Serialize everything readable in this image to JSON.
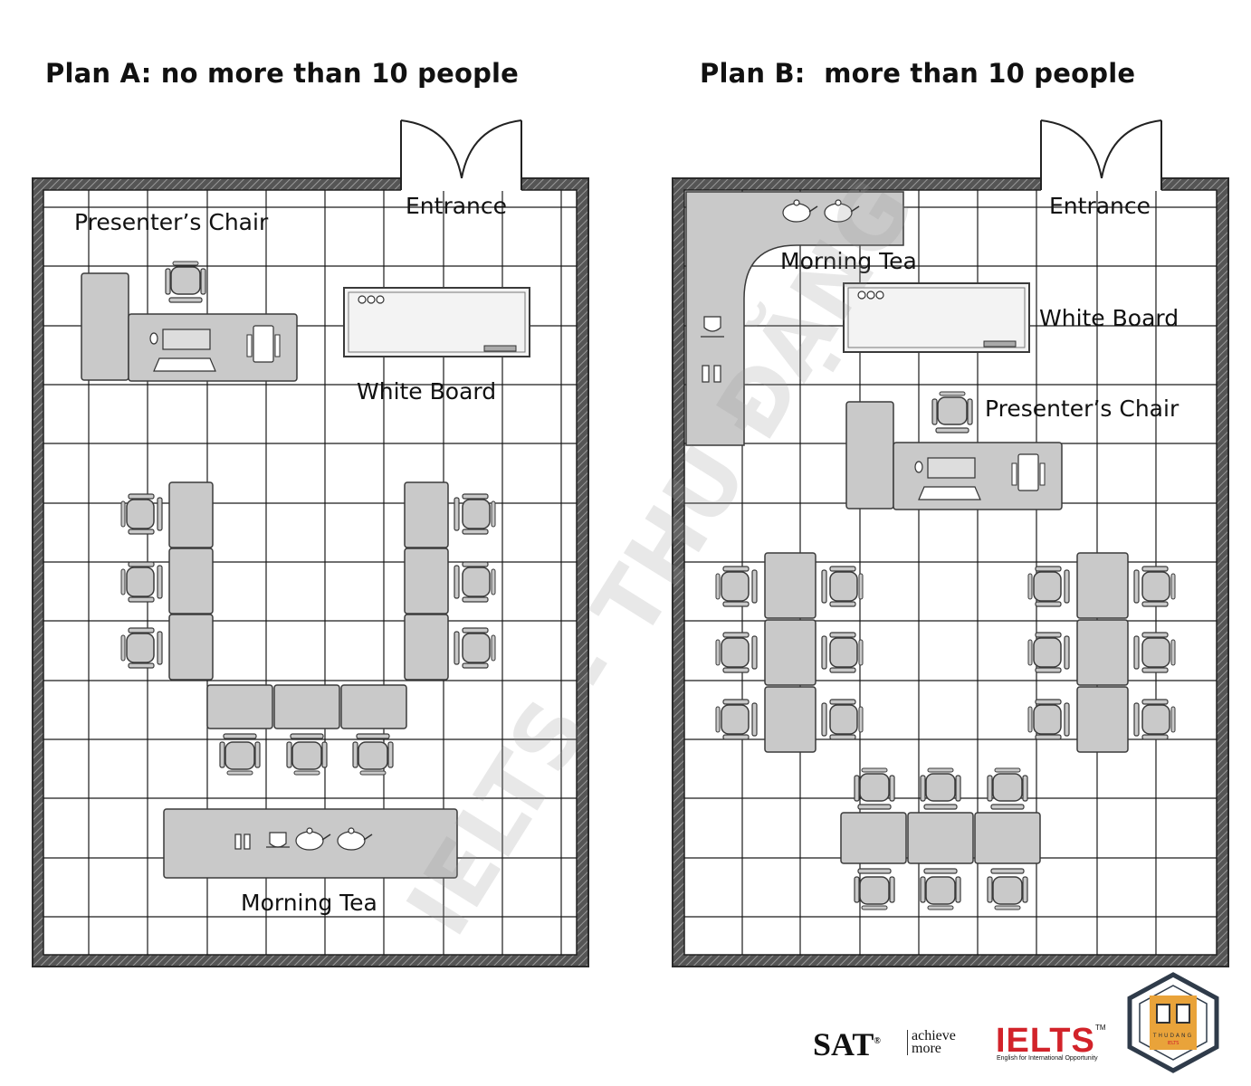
{
  "plan_a": {
    "title": "Plan A: no more than 10 people",
    "labels": {
      "entrance": "Entrance",
      "presenters_chair": "Presenter’s Chair",
      "white_board": "White Board",
      "morning_tea": "Morning Tea"
    }
  },
  "plan_b": {
    "title": "Plan B:  more than 10 people",
    "labels": {
      "entrance": "Entrance",
      "presenters_chair": "Presenter’s Chair",
      "white_board": "White Board",
      "morning_tea": "Morning Tea"
    }
  },
  "watermark": "IELTS - THU ĐẶNG",
  "logos": {
    "sat": "SAT",
    "sat_registered": "®",
    "sat_tagline_1": "achieve",
    "sat_tagline_2": "more",
    "ielts": "IELTS",
    "ielts_trademark": "TM",
    "ielts_tagline": "English for International Opportunity",
    "badge_text": "THUDANG",
    "badge_subtext": "IELTS"
  },
  "colors": {
    "furniture_fill": "#c9c9c9",
    "furniture_stroke": "#3a3a3a",
    "wall": "#2b2b2b",
    "grid": "#1a1a1a",
    "ielts_red": "#d2232a",
    "badge_orange": "#e9a33a"
  }
}
